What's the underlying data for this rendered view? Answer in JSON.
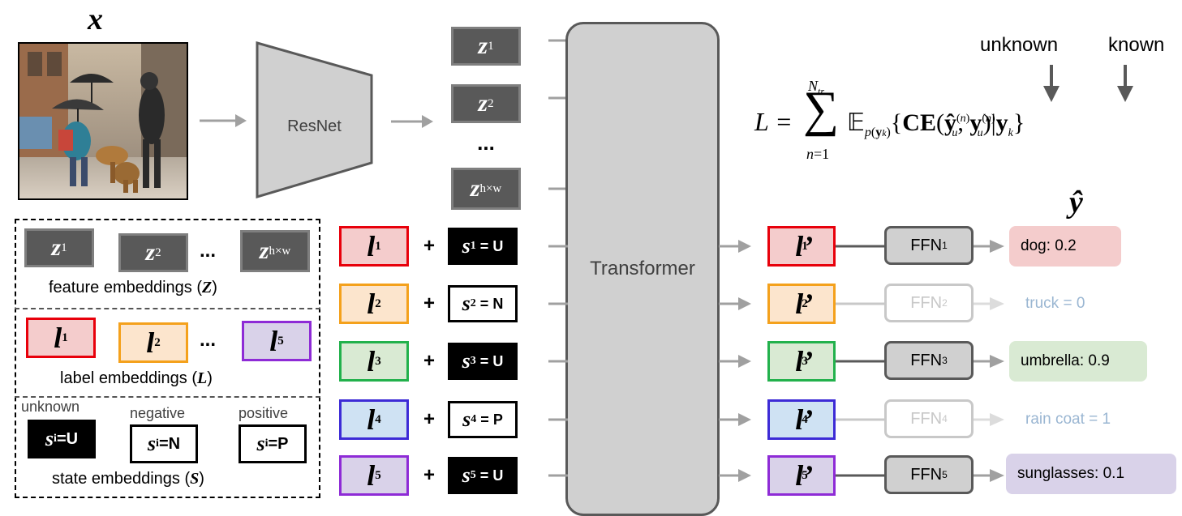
{
  "input_label": "x",
  "backbone_label": "ResNet",
  "transformer_label": "Transformer",
  "output_label": "ŷ",
  "features": [
    {
      "sym": "z",
      "sub": "1"
    },
    {
      "sym": "z",
      "sub": "2"
    },
    {
      "sym": "z",
      "sub": "h×w"
    }
  ],
  "ellipsis": "...",
  "loss": {
    "unknown_label": "unknown",
    "known_label": "known"
  },
  "rows": [
    {
      "l_sub": "1",
      "s_sub": "1",
      "state": "U",
      "state_style": "dark",
      "lp_sub": "1",
      "ffn_sub": "1",
      "ffn_active": true,
      "output": "dog: 0.2",
      "color": "#e8000b",
      "fill": "#f4cccc",
      "out_fill": "#f4cccc"
    },
    {
      "l_sub": "2",
      "s_sub": "2",
      "state": "N",
      "state_style": "light",
      "lp_sub": "2",
      "ffn_sub": "2",
      "ffn_active": false,
      "output": "truck = 0",
      "color": "#f4a11c",
      "fill": "#fce5cd",
      "out_fill": ""
    },
    {
      "l_sub": "3",
      "s_sub": "3",
      "state": "U",
      "state_style": "dark",
      "lp_sub": "3",
      "ffn_sub": "3",
      "ffn_active": true,
      "output": "umbrella: 0.9",
      "color": "#22b14c",
      "fill": "#d9ead3",
      "out_fill": "#d9ead3"
    },
    {
      "l_sub": "4",
      "s_sub": "4",
      "state": "P",
      "state_style": "light",
      "lp_sub": "4",
      "ffn_sub": "4",
      "ffn_active": false,
      "output": "rain coat = 1",
      "color": "#3d2bd6",
      "fill": "#cfe2f3",
      "out_fill": ""
    },
    {
      "l_sub": "5",
      "s_sub": "5",
      "state": "U",
      "state_style": "dark",
      "lp_sub": "5",
      "ffn_sub": "5",
      "ffn_active": true,
      "output": "sunglasses: 0.1",
      "color": "#8e2bd6",
      "fill": "#d9d2e9",
      "out_fill": "#d9d2e9"
    }
  ],
  "legend": {
    "feature_caption_text": "feature embeddings (",
    "feature_caption_sym": "Z",
    "label_caption_text": "label embeddings (",
    "label_caption_sym": "L",
    "state_caption_text": "state embeddings (",
    "state_caption_sym": "S",
    "close_paren": ")",
    "label_subs": [
      "1",
      "2",
      "5"
    ],
    "state_items": [
      {
        "tag": "unknown",
        "value": "U",
        "style": "dark"
      },
      {
        "tag": "negative",
        "value": "N",
        "style": "light"
      },
      {
        "tag": "positive",
        "value": "P",
        "style": "light"
      }
    ],
    "state_sym": "s",
    "state_sub": "i",
    "colors": {
      "l1": "#e8000b",
      "l1_fill": "#f4cccc",
      "l2": "#f4a11c",
      "l2_fill": "#fce5cd",
      "l5": "#8e2bd6",
      "l5_fill": "#d9d2e9"
    }
  }
}
